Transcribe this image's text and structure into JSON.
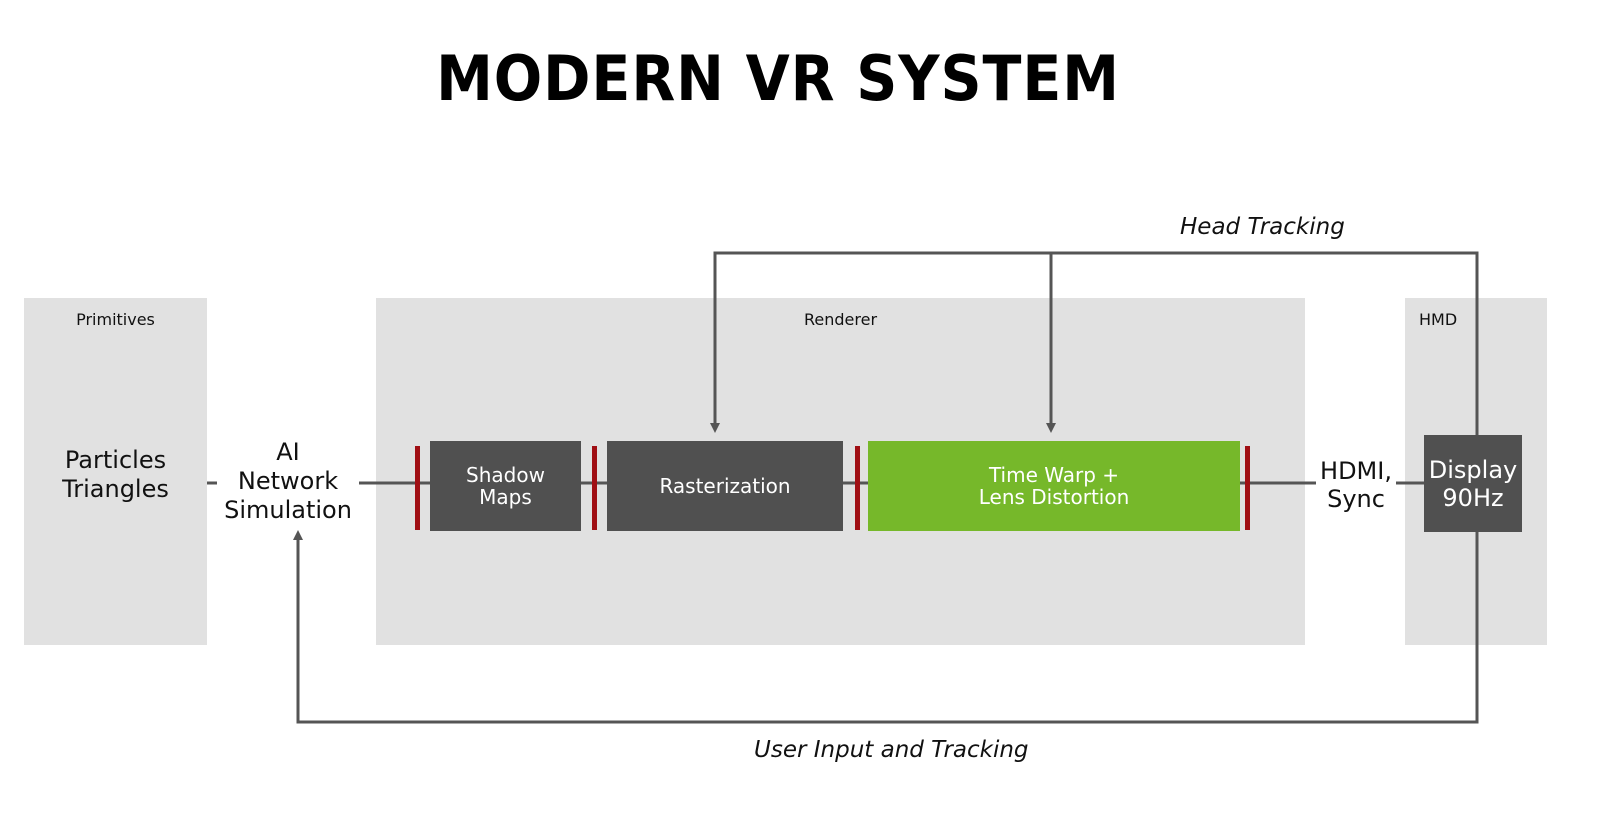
{
  "title": "MODERN VR SYSTEM",
  "panels": {
    "primitives": {
      "label": "Primitives",
      "content": "Particles\nTriangles"
    },
    "renderer": {
      "label": "Renderer"
    },
    "hmd": {
      "label": "HMD"
    }
  },
  "stages": {
    "simulation": "AI\nNetwork\nSimulation",
    "shadow_maps": "Shadow\nMaps",
    "rasterization": "Rasterization",
    "time_warp": "Time Warp +\nLens Distortion",
    "hdmi": "HDMI,\nSync",
    "display": "Display\n90Hz"
  },
  "feedback": {
    "head_tracking": "Head Tracking",
    "user_input": "User Input and Tracking"
  },
  "colors": {
    "panel_bg": "#e1e1e1",
    "stage_dark": "#505050",
    "stage_green": "#76b82a",
    "sync_marker": "#a00f14",
    "wire": "#555555"
  }
}
